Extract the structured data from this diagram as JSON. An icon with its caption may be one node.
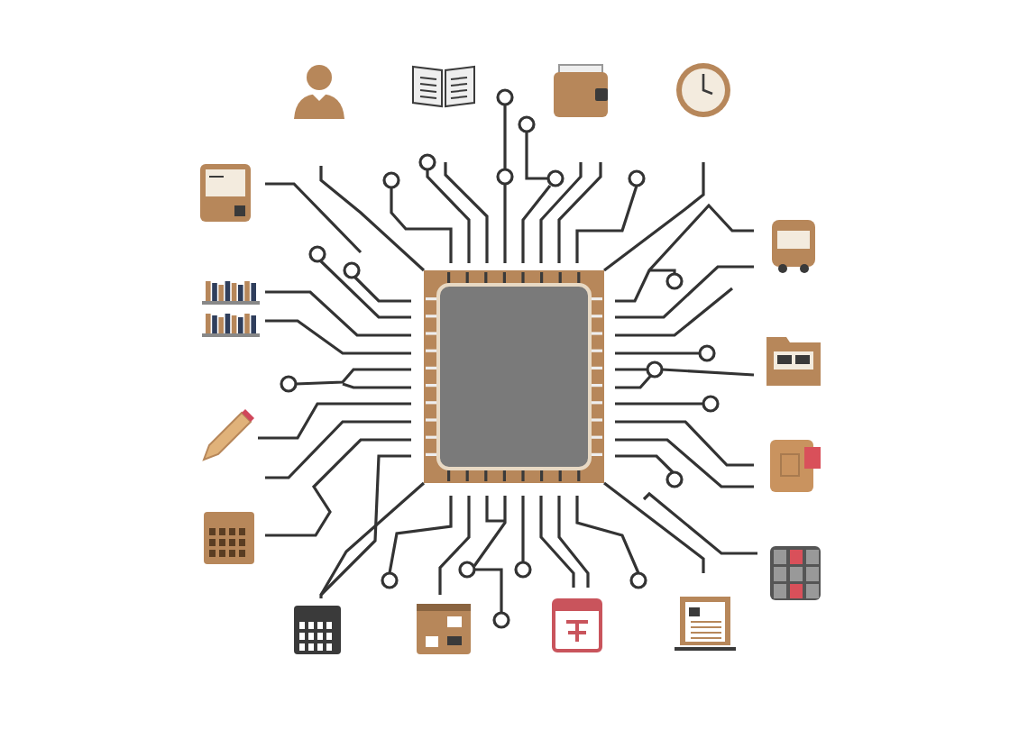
{
  "diagram": {
    "nodes": [
      {
        "text": [],
        "shape": "chip"
      },
      {
        "text": [],
        "shape": "person"
      },
      {
        "text": [],
        "shape": "book"
      },
      {
        "text": [],
        "shape": "wallet"
      },
      {
        "text": [],
        "shape": "clock"
      },
      {
        "text": [],
        "shape": "monitor"
      },
      {
        "text": [],
        "shape": "bookshelf"
      },
      {
        "text": [],
        "shape": "pencil"
      },
      {
        "text": [],
        "shape": "calendar"
      },
      {
        "text": [],
        "shape": "calendar"
      },
      {
        "text": [],
        "shape": "box"
      },
      {
        "text": [],
        "shape": "calendar"
      },
      {
        "text": [],
        "shape": "laptop"
      },
      {
        "text": [],
        "shape": "bus"
      },
      {
        "text": [],
        "shape": "folder"
      },
      {
        "text": [],
        "shape": "card"
      },
      {
        "text": [],
        "shape": "grid"
      }
    ]
  }
}
